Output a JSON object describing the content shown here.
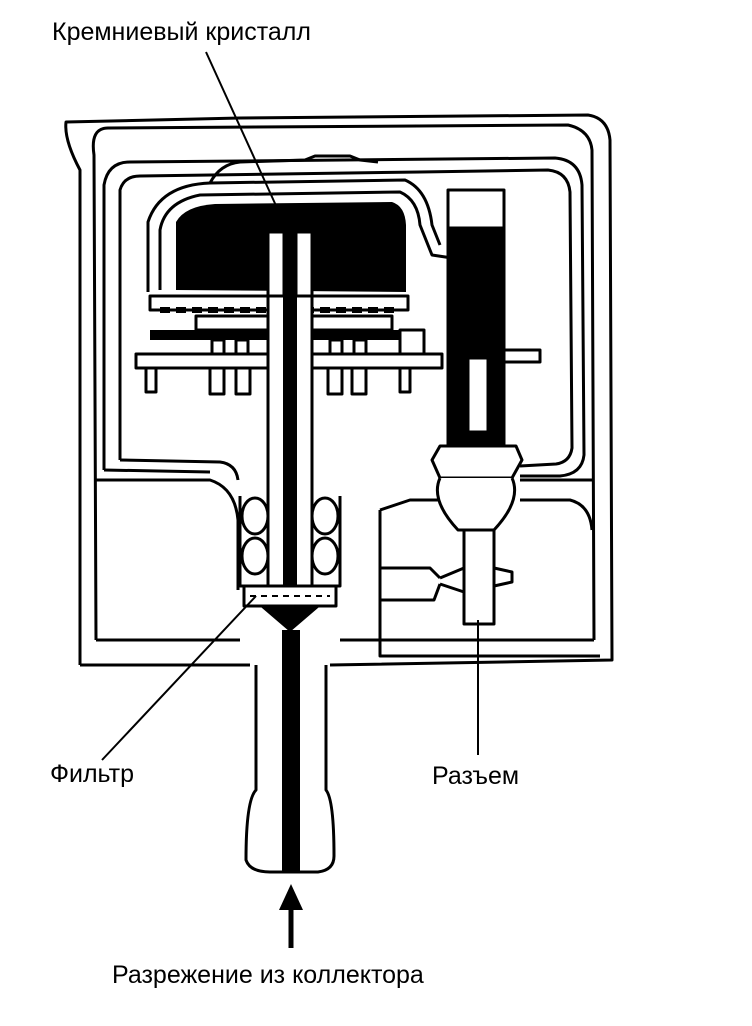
{
  "labels": {
    "crystal": "Кремниевый кристалл",
    "filter": "Фильтр",
    "connector": "Разъем",
    "vacuum": "Разрежение из коллектора"
  },
  "colors": {
    "ink": "#000000",
    "paper": "#ffffff"
  }
}
